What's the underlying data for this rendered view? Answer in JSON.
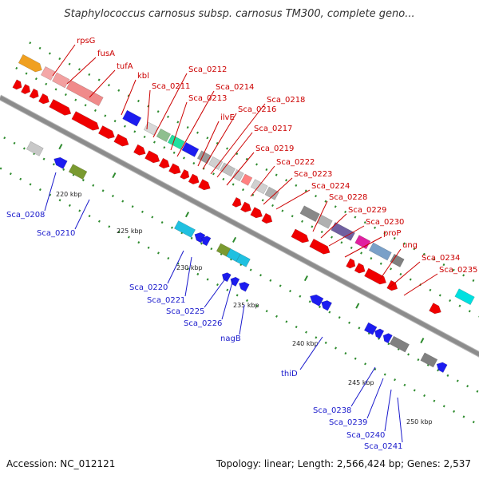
{
  "title": "Staphylococcus carnosus subsp. carnosus TM300, complete geno...",
  "footer": {
    "accession": "Accession: NC_012121",
    "topology": "Topology: linear; Length: 2,566,424 bp; Genes: 2,537"
  },
  "colors": {
    "backbone": "#909090",
    "forward_label": "#cc0000",
    "reverse_label": "#1a1acc",
    "tick": "#2e8b2e"
  },
  "ticks": [
    "220 kbp",
    "225 kbp",
    "230 kbp",
    "235 kbp",
    "240 kbp",
    "245 kbp",
    "250 kbp"
  ],
  "forward_genes": [
    "rpsG",
    "fusA",
    "tufA",
    "kbl",
    "Sca_0211",
    "Sca_0212",
    "Sca_0213",
    "Sca_0214",
    "ilvE",
    "Sca_0216",
    "Sca_0217",
    "Sca_0218",
    "Sca_0219",
    "Sca_0222",
    "Sca_0223",
    "Sca_0224",
    "Sca_0228",
    "Sca_0229",
    "Sca_0230",
    "proP",
    "ung",
    "Sca_0234",
    "Sca_0235"
  ],
  "reverse_genes": [
    "Sca_0208",
    "Sca_0210",
    "Sca_0220",
    "Sca_0221",
    "Sca_0225",
    "Sca_0226",
    "nagB",
    "thiD",
    "Sca_0238",
    "Sca_0239",
    "Sca_0240",
    "Sca_0241"
  ]
}
